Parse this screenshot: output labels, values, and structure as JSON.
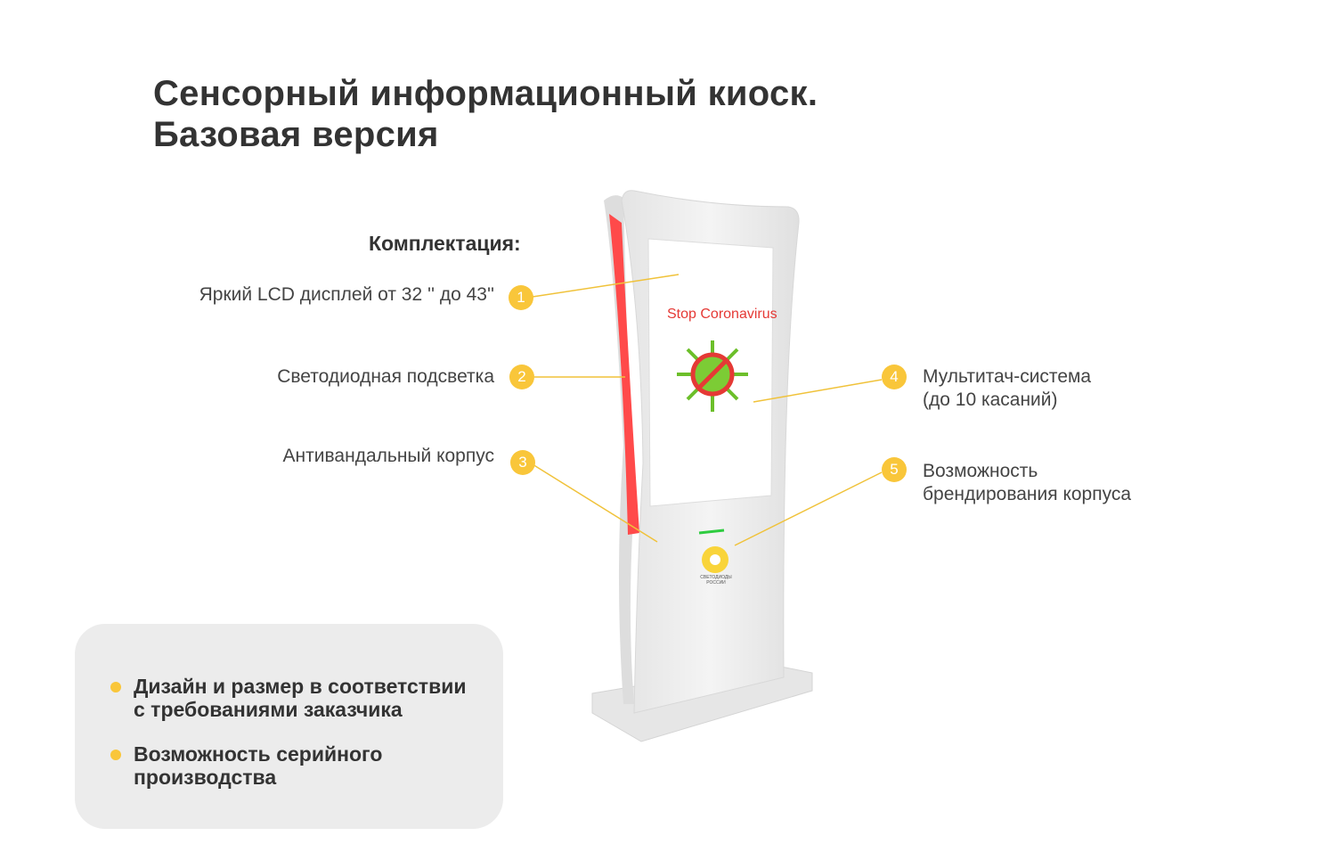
{
  "title_line1": "Сенсорный информационный киоск.",
  "title_line2": "Базовая версия",
  "subtitle": "Комплектация:",
  "features": [
    {
      "num": "1",
      "label": "Яркий LCD дисплей от 32 '' до 43''"
    },
    {
      "num": "2",
      "label": "Светодиодная подсветка"
    },
    {
      "num": "3",
      "label": "Антивандальный корпус"
    },
    {
      "num": "4",
      "label": "Мультитач-система",
      "label2": "(до 10 касаний)"
    },
    {
      "num": "5",
      "label": "Возможность",
      "label2": "брендирования корпуса"
    }
  ],
  "screen_text": "Stop Coronavirus",
  "logo": {
    "line1": "СВЕТОДИОДЫ",
    "line2": "РОССИИ"
  },
  "bullets": [
    {
      "line1": "Дизайн и размер в соответствии",
      "line2": "с требованиями заказчика"
    },
    {
      "line1": "Возможность серийного",
      "line2": "производства"
    }
  ],
  "colors": {
    "accent": "#f9c63a",
    "led": "#ff4a4a",
    "text": "#333333"
  }
}
